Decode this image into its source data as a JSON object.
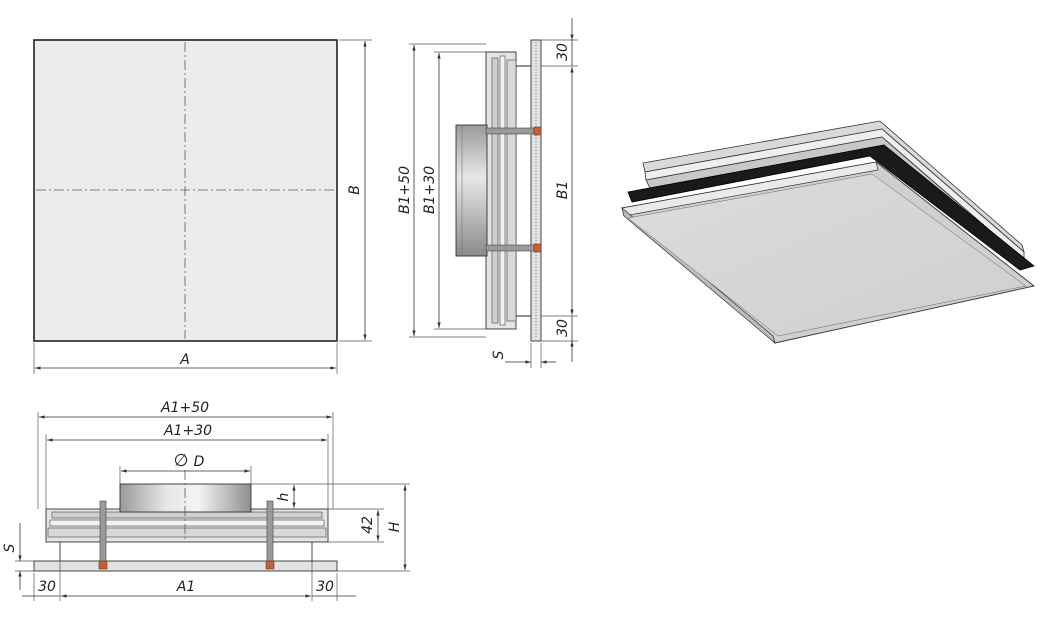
{
  "front_view": {
    "width_label": "A",
    "height_label": "B"
  },
  "side_view": {
    "outer_label": "B1+50",
    "inner_label": "B1+30",
    "frame_label": "B1",
    "top_offset": "30",
    "bottom_offset": "30",
    "thickness_label": "S"
  },
  "bottom_view": {
    "outer_label": "A1+50",
    "inner_label": "A1+30",
    "diameter_label": "D",
    "diameter_symbol": "∅",
    "neck_height_label": "h",
    "body_height": "42",
    "total_height_label": "H",
    "thickness_label": "S",
    "left_offset": "30",
    "frame_label": "A1",
    "right_offset": "30"
  },
  "colors": {
    "panel_fill": "#ececec",
    "dark_strip": "#1a1a1a",
    "rod_accent": "#c0613a",
    "line": "#222222"
  }
}
